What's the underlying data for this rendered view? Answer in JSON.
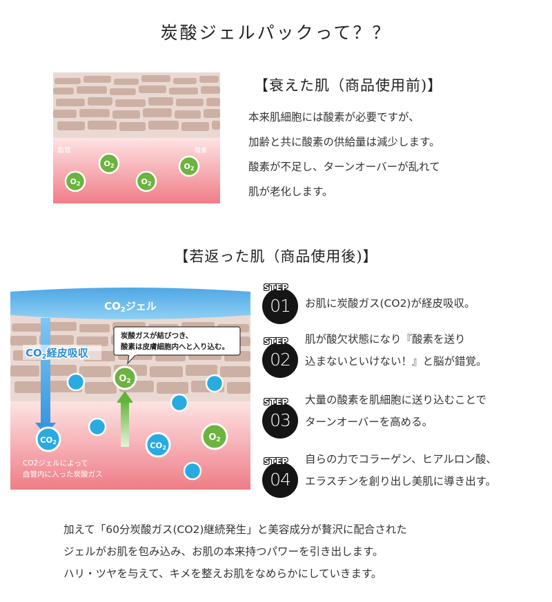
{
  "title": "炭酸ジェルパックって？？",
  "before": {
    "heading": "【衰えた肌（商品使用前)】",
    "lines": [
      "本来肌細胞には酸素が必要ですが、",
      "加齢と共に酸素の供給量は減少します。",
      "酸素が不足し、ターンオーバーが乱れて",
      "肌が老化します。"
    ],
    "illustration": {
      "blood_vessel_label": "血管",
      "oxygen_label": "酸素",
      "molecule_label": "O2",
      "molecule_sub": "2",
      "molecule_base": "O"
    }
  },
  "after": {
    "heading": "【若返った肌（商品使用後)】",
    "illustration": {
      "gel_label": "CO2ジェル",
      "gel_label_base": "CO",
      "gel_label_sub": "2",
      "gel_label_rest": "ジェル",
      "absorb_label_base": "CO",
      "absorb_label_sub": "2",
      "absorb_label_rest": "経皮吸収",
      "callout_line1": "炭酸ガスが結びつき、",
      "callout_line2": "酸素は皮膚細胞内へと入り込む。",
      "blood_note_line1": "CO2ジェルによって",
      "blood_note_line2": "血管内に入った炭酸ガス",
      "co2_base": "CO",
      "co2_sub": "2",
      "o2_base": "O",
      "o2_sub": "2"
    },
    "steps": [
      {
        "label": "STEP",
        "number": "01",
        "lines": [
          "お肌に炭酸ガス(CO2)が経皮吸収。"
        ]
      },
      {
        "label": "STEP",
        "number": "02",
        "lines": [
          "肌が酸欠状態になり『酸素を送り",
          "込まないといけない！』と脳が錯覚。"
        ]
      },
      {
        "label": "STEP",
        "number": "03",
        "lines": [
          "大量の酸素を肌細胞に送り込むことで",
          "ターンオーバーを高める。"
        ]
      },
      {
        "label": "STEP",
        "number": "04",
        "lines": [
          "自らの力でコラーゲン、ヒアルロン酸、",
          "エラスチンを創り出し美肌に導き出す。"
        ]
      }
    ]
  },
  "bottom_lines": [
    "加えて「60分炭酸ガス(CO2)継続発生」と美容成分が贅沢に配合された",
    "ジェルがお肌を包み込み、お肌の本来持つパワーを引き出します。",
    "ハリ・ツヤを与えて、キメを整えお肌をなめらかにしていきます。"
  ],
  "colors": {
    "skin_top": "#e6d3cb",
    "skin_cell": "#cfb2a7",
    "blood_light": "#fbd7d9",
    "blood_dark": "#ef7a86",
    "gel_blue": "#5bb3ea",
    "o2_green": "#6db33f",
    "co2_blue": "#29abe2",
    "step_black": "#151515"
  }
}
